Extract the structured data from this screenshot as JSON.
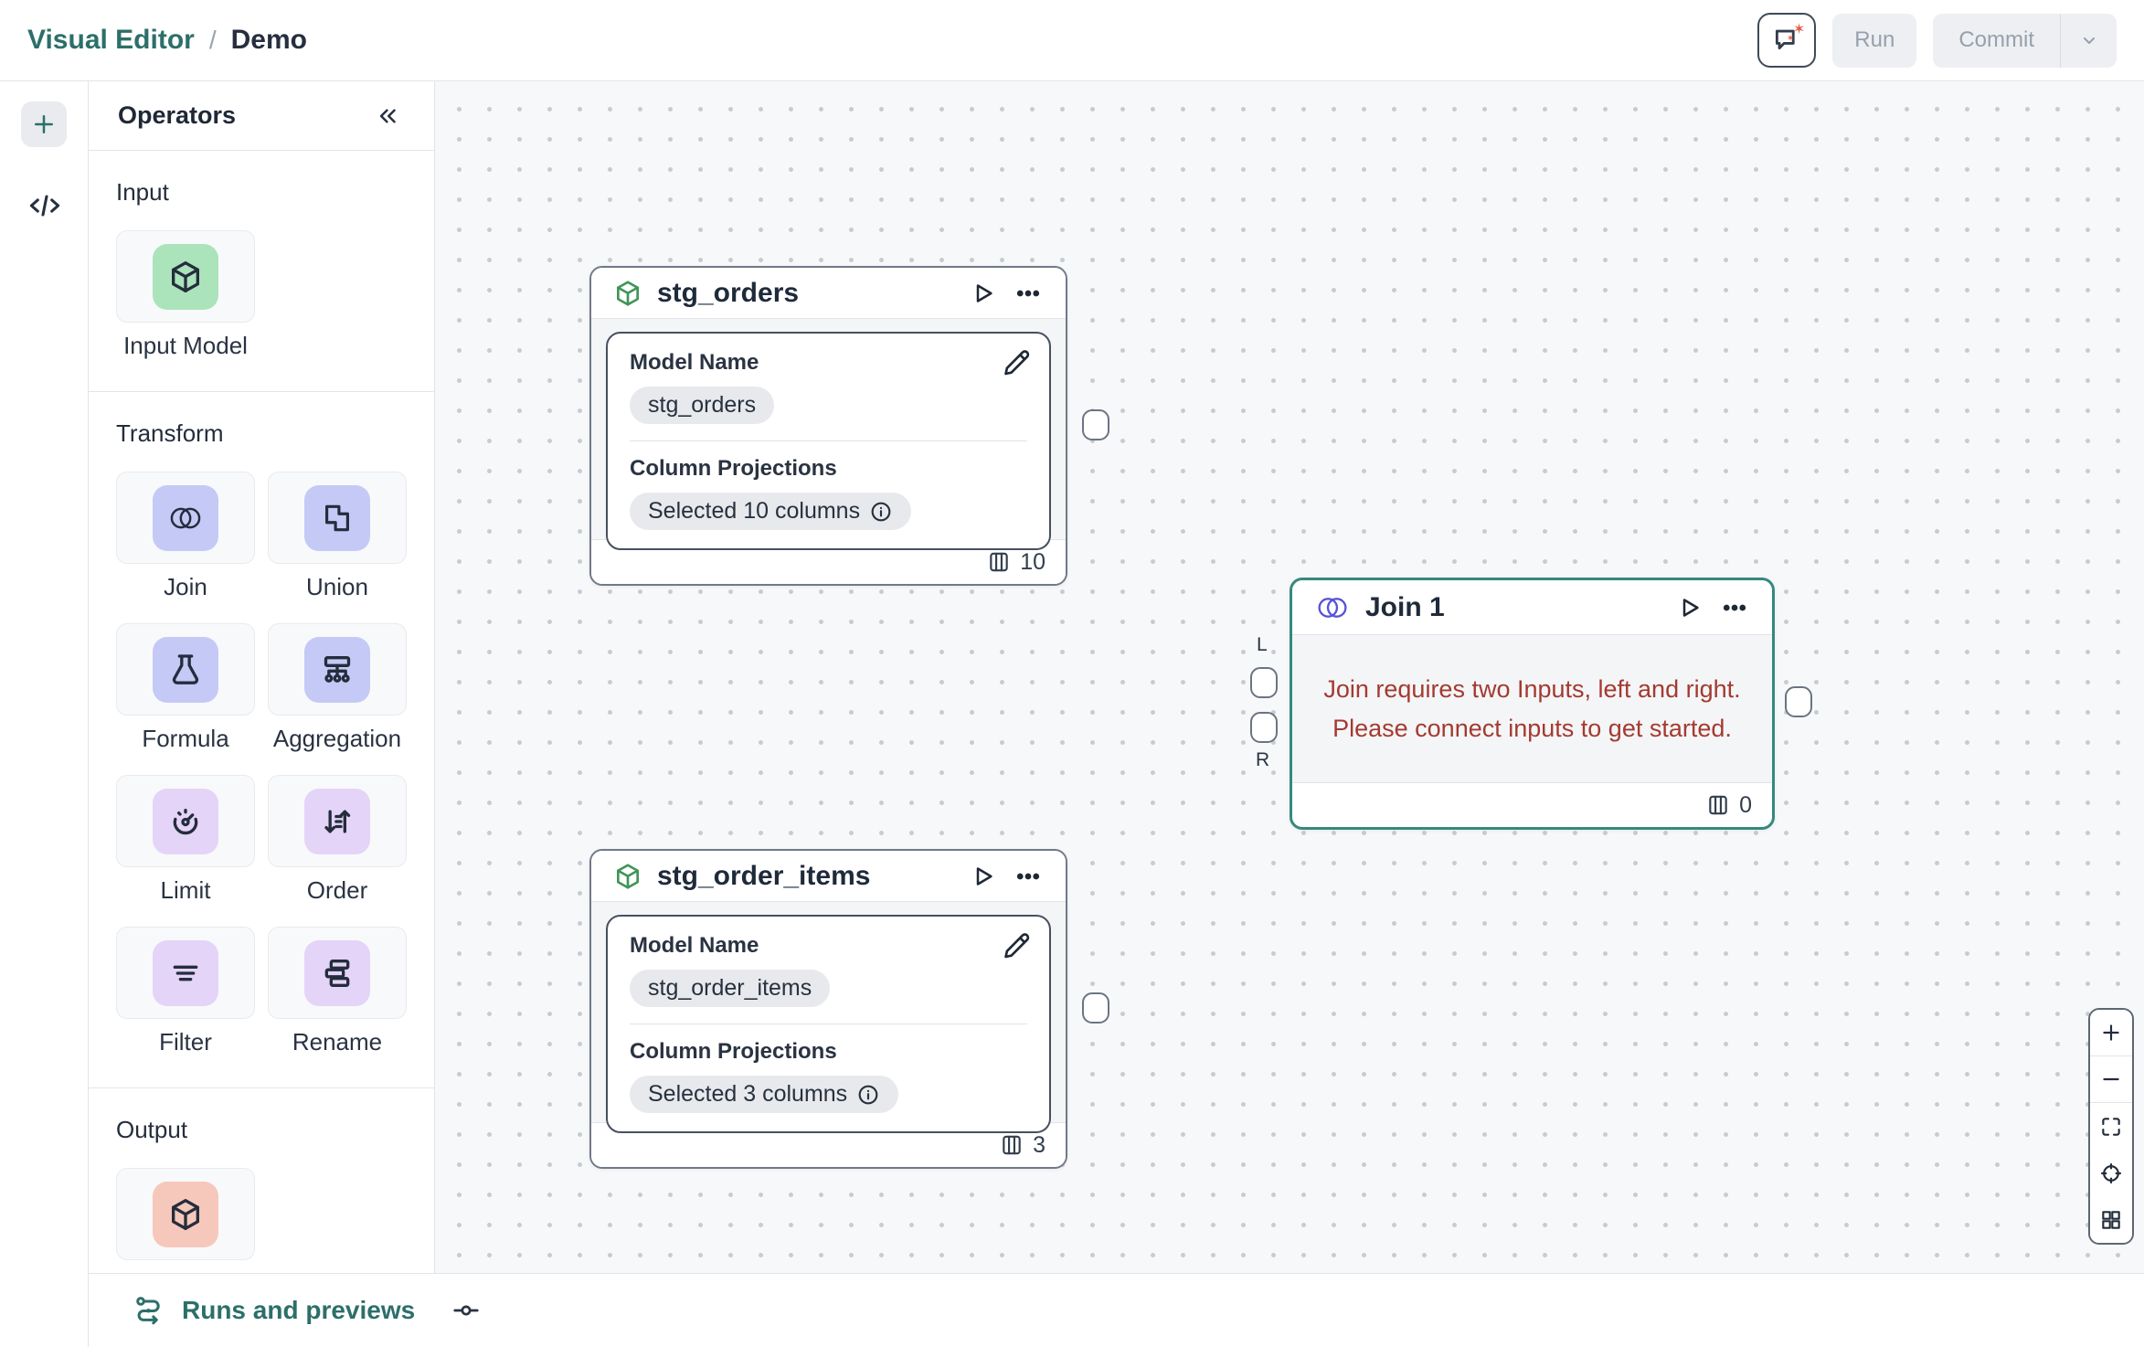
{
  "header": {
    "breadcrumb": {
      "root": "Visual Editor",
      "separator": "/",
      "current": "Demo"
    },
    "actions": {
      "run": "Run",
      "commit": "Commit"
    }
  },
  "operators": {
    "title": "Operators",
    "sections": [
      {
        "label": "Input",
        "items": [
          {
            "label": "Input Model",
            "icon": "cube-icon",
            "tile_color": "#abe3bb"
          }
        ]
      },
      {
        "label": "Transform",
        "items": [
          {
            "label": "Join",
            "icon": "venn-circles-icon",
            "tile_color": "#c5c9f6"
          },
          {
            "label": "Union",
            "icon": "union-shapes-icon",
            "tile_color": "#c5c9f6"
          },
          {
            "label": "Formula",
            "icon": "flask-icon",
            "tile_color": "#c5c9f6"
          },
          {
            "label": "Aggregation",
            "icon": "tree-icon",
            "tile_color": "#c5c9f6"
          },
          {
            "label": "Limit",
            "icon": "gauge-icon",
            "tile_color": "#e4d4f8"
          },
          {
            "label": "Order",
            "icon": "sort-arrows-icon",
            "tile_color": "#e4d4f8"
          },
          {
            "label": "Filter",
            "icon": "filter-lines-icon",
            "tile_color": "#e4d4f8"
          },
          {
            "label": "Rename",
            "icon": "stacked-rows-icon",
            "tile_color": "#e4d4f8"
          }
        ]
      },
      {
        "label": "Output",
        "items": [
          {
            "label": "",
            "icon": "cube-icon",
            "tile_color": "#f6c8bb"
          }
        ]
      }
    ]
  },
  "canvas": {
    "nodes": {
      "stg_orders": {
        "title": "stg_orders",
        "model_name_label": "Model Name",
        "model_name": "stg_orders",
        "projections_label": "Column Projections",
        "projections_value": "Selected 10 columns",
        "column_count": "10"
      },
      "join1": {
        "title": "Join 1",
        "message_line1": "Join requires two Inputs, left and right.",
        "message_line2": "Please connect inputs to get started.",
        "column_count": "0",
        "left_port_label": "L",
        "right_port_label": "R"
      },
      "stg_order_items": {
        "title": "stg_order_items",
        "model_name_label": "Model Name",
        "model_name": "stg_order_items",
        "projections_label": "Column Projections",
        "projections_value": "Selected 3 columns",
        "column_count": "3"
      }
    }
  },
  "bottom_bar": {
    "runs_label": "Runs and previews"
  },
  "icon_glyphs": {
    "ai-assistant-icon": "chat-bubble-with-orange-sparkles",
    "play-icon": "triangle-outline",
    "ellipsis-icon": "three-dots",
    "edit-icon": "pencil",
    "info-icon": "circle-i",
    "columns-count-icon": "three-columns-rect",
    "runs-icon": "route-with-arrow",
    "pin-icon": "commit-dot-line",
    "collapse-icon": "double-chevron-left",
    "add-icon": "plus",
    "code-icon": "angle-brackets-slash",
    "zoom-icons": "plus, minus, fit-corners, crosshair, grid-squares"
  },
  "colors": {
    "accent_teal": "#2c6f6a",
    "selected_node_border": "#35897f",
    "error_text": "#a43a30",
    "input_tile": "#abe3bb",
    "transform_tile_blue": "#c5c9f6",
    "transform_tile_purple": "#e4d4f8",
    "output_tile": "#f6c8bb",
    "sparkle_orange": "#e8593f",
    "node_cube_green": "#3f9557",
    "join_icon_indigo": "#5753d8"
  }
}
